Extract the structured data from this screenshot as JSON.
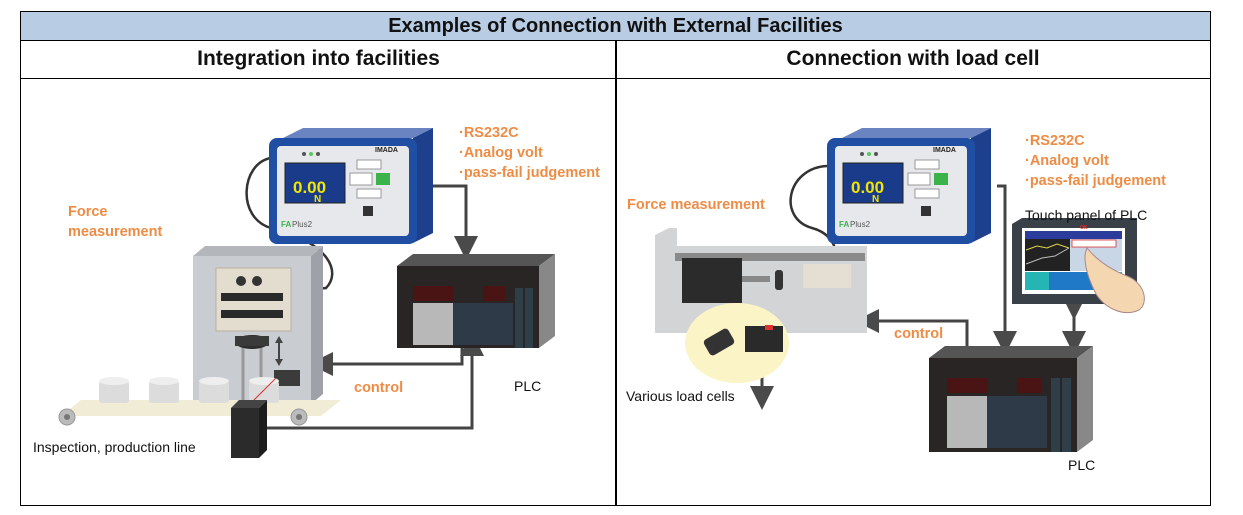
{
  "header": {
    "title": "Examples of Connection with External Facilities"
  },
  "left": {
    "title": "Integration into facilities",
    "outputs": [
      "·RS232C",
      "·Analog volt",
      "·pass-fail judgement"
    ],
    "force_label_line1": "Force",
    "force_label_line2": "measurement",
    "control_label": "control",
    "plc_label": "PLC",
    "line_label": "Inspection, production line",
    "device": {
      "reading": "0.00",
      "unit": "N",
      "brand": "IMADA",
      "model_prefix": "FA",
      "model_suffix": "Plus2"
    }
  },
  "right": {
    "title": "Connection with load cell",
    "outputs": [
      "·RS232C",
      "·Analog volt",
      "·pass-fail judgement"
    ],
    "force_label": "Force measurement",
    "touch_panel_label": "Touch panel of PLC",
    "control_label": "control",
    "load_cells_label": "Various load cells",
    "plc_label": "PLC",
    "touch_screen_button": "OK",
    "device": {
      "reading": "0.00",
      "unit": "N",
      "brand": "IMADA",
      "model_prefix": "FA",
      "model_suffix": "Plus2"
    }
  },
  "colors": {
    "header_bg": "#b8cce4",
    "accent_orange": "#ee8c45",
    "device_blue": "#1f4ea3",
    "display_yellow": "#f2e600"
  }
}
